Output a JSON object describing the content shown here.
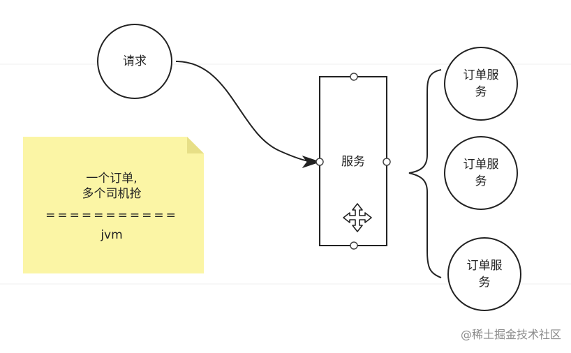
{
  "request_node": {
    "label": "请求"
  },
  "service_node": {
    "label": "服务"
  },
  "order_services": [
    {
      "label_line1": "订单服",
      "label_line2": "务"
    },
    {
      "label_line1": "订单服",
      "label_line2": "务"
    },
    {
      "label_line1": "订单服",
      "label_line2": "务"
    }
  ],
  "note": {
    "line1": "一个订单,",
    "line2": "多个司机抢",
    "line3": "===========",
    "line4": "jvm"
  },
  "watermark": "@稀土掘金技术社区",
  "colors": {
    "note_fill": "#fbf5a5",
    "note_fold": "#e7df87",
    "stroke": "#222222",
    "handle_fill": "#ffffff"
  },
  "icons": {
    "move_cursor": "move-cursor-icon"
  }
}
